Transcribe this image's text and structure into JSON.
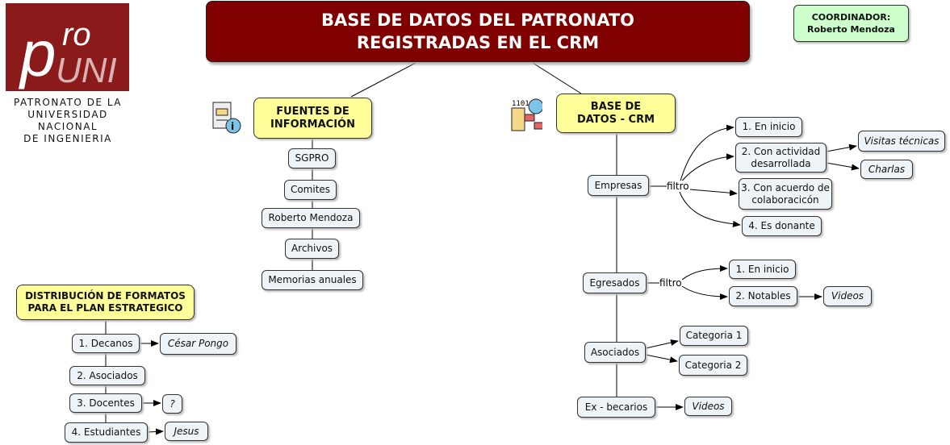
{
  "title": "BASE DE DATOS DEL PATRONATO REGISTRADAS EN EL CRM",
  "coordinator": {
    "label": "COORDINADOR:",
    "name": "Roberto Mendoza"
  },
  "logo": {
    "brand": "proUNI",
    "lines": [
      "PATRONATO DE LA",
      "UNIVERSIDAD NACIONAL",
      "DE INGENIERIA"
    ]
  },
  "fuentes": {
    "title": "FUENTES DE INFORMACIÓN",
    "items": [
      "SGPRO",
      "Comites",
      "Roberto Mendoza",
      "Archivos",
      "Memorias anuales"
    ]
  },
  "crm": {
    "title": "BASE DE DATOS - CRM",
    "empresas": {
      "label": "Empresas",
      "link": "filtro",
      "items": [
        "1. En inicio",
        "2. Con actividad desarrollada",
        "3. Con acuerdo de colaboracicón",
        "4. Es donante"
      ],
      "sub": [
        "Visitas técnicas",
        "Charlas"
      ]
    },
    "egresados": {
      "label": "Egresados",
      "link": "filtro",
      "items": [
        "1. En inicio",
        "2. Notables"
      ],
      "sub": "Videos"
    },
    "asociados": {
      "label": "Asociados",
      "items": [
        "Categoria 1",
        "Categoria 2"
      ]
    },
    "becarios": {
      "label": "Ex - becarios",
      "sub": "Videos"
    }
  },
  "distribucion": {
    "title": "DISTRIBUCIÓN DE FORMATOS PARA EL PLAN ESTRATEGICO",
    "items": [
      "1. Decanos",
      "2. Asociados",
      "3. Docentes",
      "4. Estudiantes"
    ],
    "people": [
      "César Pongo",
      "?",
      "Jesus"
    ]
  }
}
